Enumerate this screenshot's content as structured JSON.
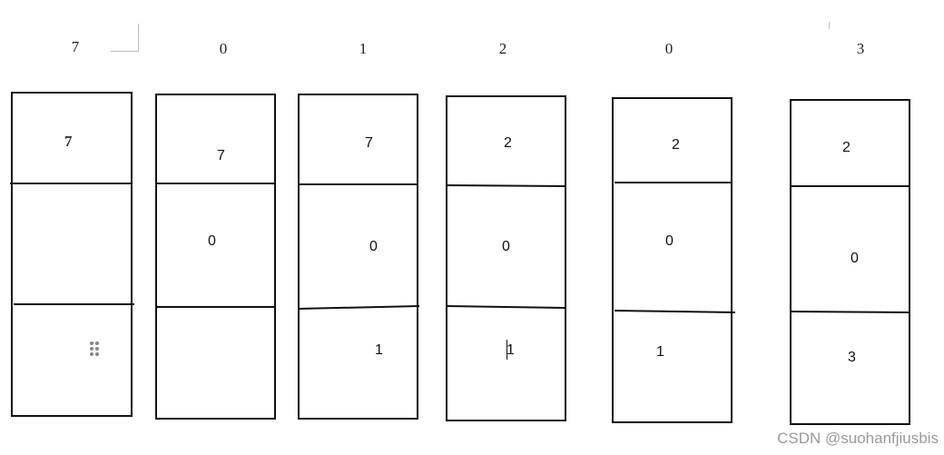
{
  "sequence": [
    "7",
    "0",
    "1",
    "2",
    "0",
    "3"
  ],
  "frames": [
    {
      "cells": [
        "7",
        "",
        ""
      ]
    },
    {
      "cells": [
        "7",
        "0",
        ""
      ]
    },
    {
      "cells": [
        "7",
        "0",
        "1"
      ]
    },
    {
      "cells": [
        "2",
        "0",
        "1"
      ]
    },
    {
      "cells": [
        "2",
        "0",
        "1"
      ]
    },
    {
      "cells": [
        "2",
        "0",
        "3"
      ]
    }
  ],
  "watermark": "CSDN @suohanfjiusbis",
  "colors": {
    "line": "#111111",
    "watermark": "#9a9a9a"
  }
}
